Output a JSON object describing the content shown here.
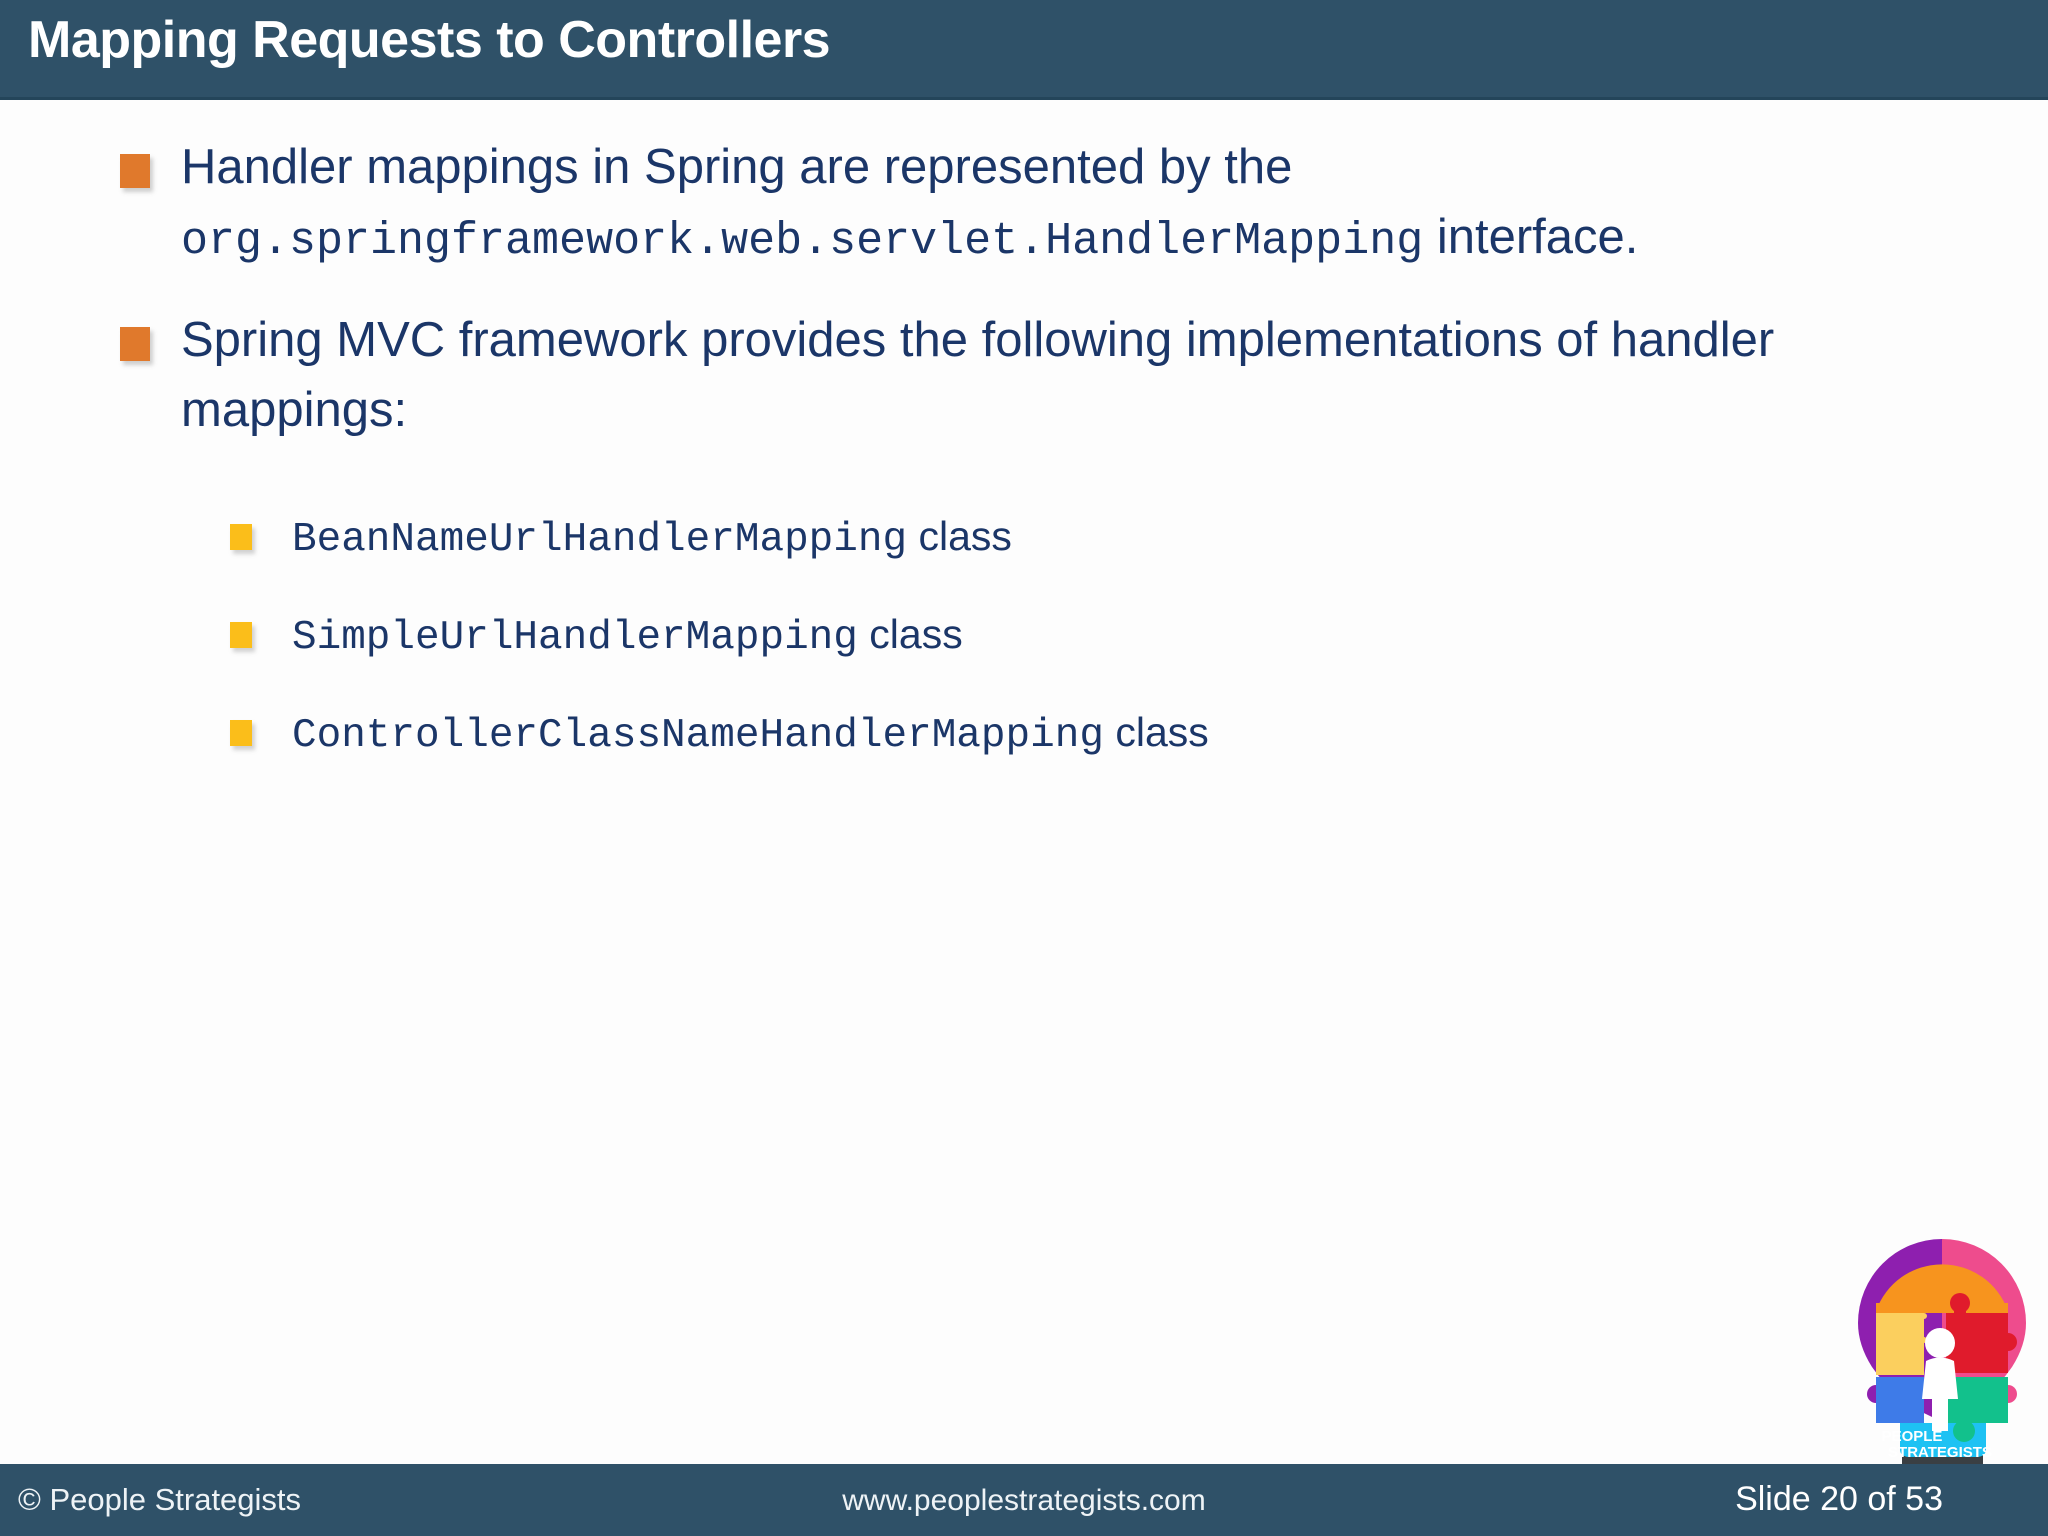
{
  "header": {
    "title": "Mapping Requests to Controllers",
    "bar_color": "#2F5168"
  },
  "theme": {
    "text_color": "#1B3668",
    "level1_marker_color": "#E0792C",
    "level2_marker_color": "#FBBE1A",
    "background": "#FDFDFD"
  },
  "content": {
    "bullets": [
      {
        "marker": "orange-square-bullet",
        "lead_text": "Handler mappings in Spring are represented by the ",
        "code_text": "org.springframework.web.servlet.HandlerMapping",
        "tail_text": " interface."
      },
      {
        "marker": "orange-square-bullet",
        "lead_text": "Spring MVC framework provides the following implementations of handler mappings:",
        "code_text": "",
        "tail_text": ""
      }
    ],
    "subbullets": [
      {
        "marker": "yellow-square-bullet",
        "code_text": "BeanNameUrlHandlerMapping",
        "tail_text": " class"
      },
      {
        "marker": "yellow-square-bullet",
        "code_text": "SimpleUrlHandlerMapping",
        "tail_text": " class"
      },
      {
        "marker": "yellow-square-bullet",
        "code_text": "ControllerClassNameHandlerMapping",
        "tail_text": " class"
      }
    ]
  },
  "footer": {
    "copyright": "© People Strategists",
    "website": "www.peoplestrategists.com",
    "slide_label": "Slide 20 of 53"
  },
  "logo": {
    "name": "people-strategists-lightbulb-puzzle-logo",
    "line1": "PEOPLE",
    "line2": "STRATEGISTS",
    "colors": {
      "purple": "#8E1FAF",
      "orange": "#F7941E",
      "yellow": "#FBCF5E",
      "red": "#E01B2C",
      "pink": "#EE4C8D",
      "blue": "#3E7BE8",
      "green": "#12C18C",
      "cyan": "#1EC2F3"
    }
  }
}
